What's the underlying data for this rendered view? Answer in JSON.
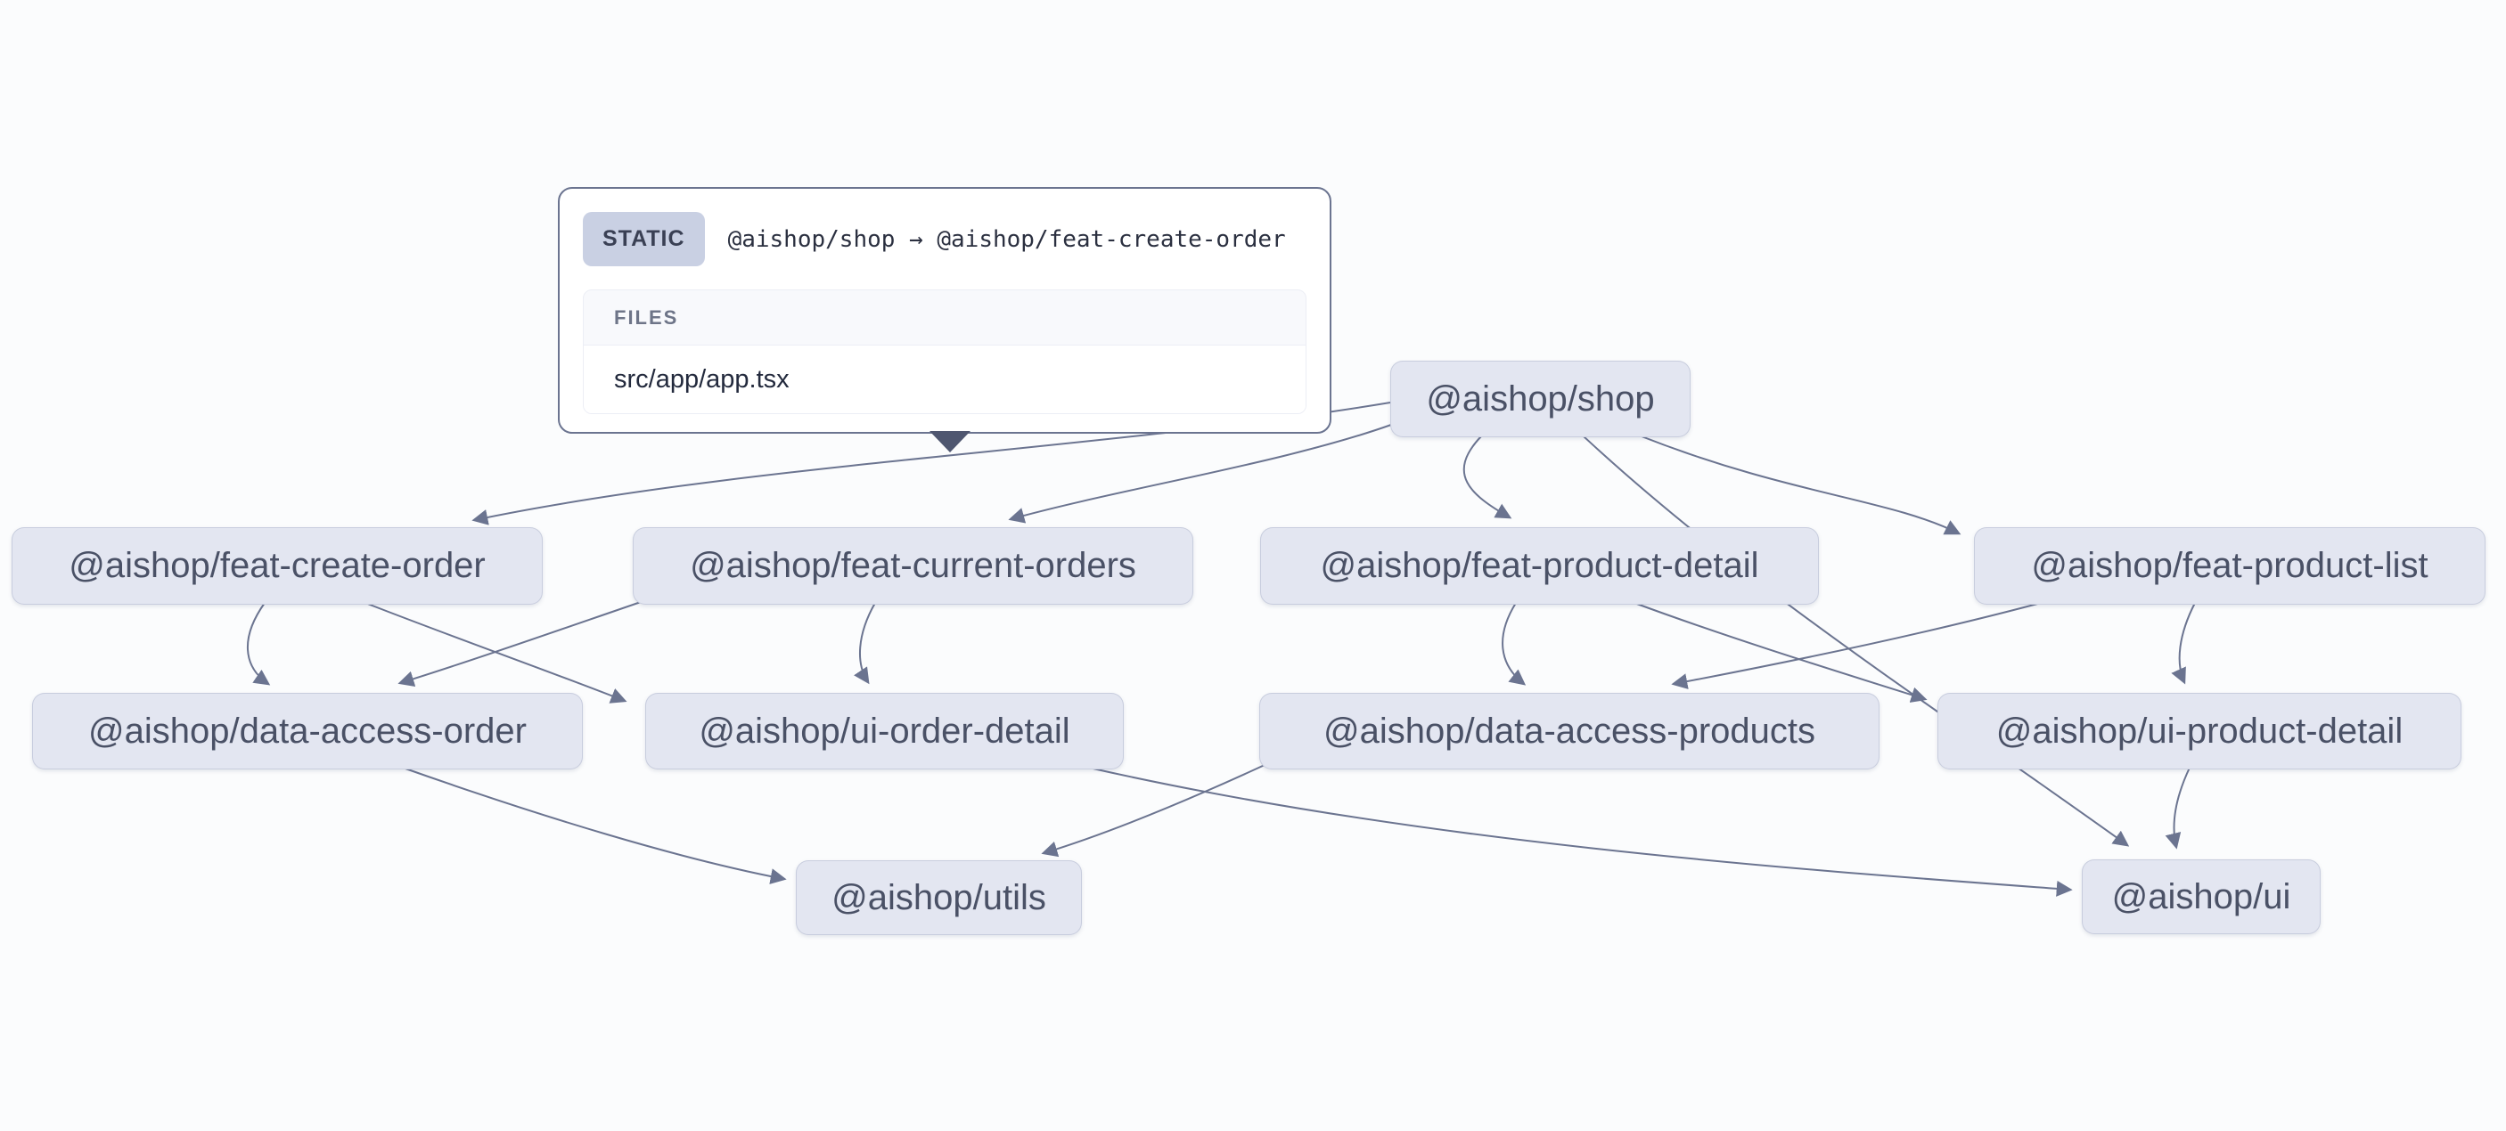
{
  "graph": {
    "nodes": [
      {
        "id": "shop",
        "label": "@aishop/shop"
      },
      {
        "id": "feat-create-order",
        "label": "@aishop/feat-create-order"
      },
      {
        "id": "feat-current-orders",
        "label": "@aishop/feat-current-orders"
      },
      {
        "id": "feat-product-detail",
        "label": "@aishop/feat-product-detail"
      },
      {
        "id": "feat-product-list",
        "label": "@aishop/feat-product-list"
      },
      {
        "id": "data-access-order",
        "label": "@aishop/data-access-order"
      },
      {
        "id": "ui-order-detail",
        "label": "@aishop/ui-order-detail"
      },
      {
        "id": "data-access-products",
        "label": "@aishop/data-access-products"
      },
      {
        "id": "ui-product-detail",
        "label": "@aishop/ui-product-detail"
      },
      {
        "id": "utils",
        "label": "@aishop/utils"
      },
      {
        "id": "ui",
        "label": "@aishop/ui"
      }
    ],
    "edges": [
      {
        "source": "shop",
        "target": "feat-create-order",
        "type": "static"
      },
      {
        "source": "shop",
        "target": "feat-current-orders",
        "type": "static"
      },
      {
        "source": "shop",
        "target": "feat-product-detail",
        "type": "static"
      },
      {
        "source": "shop",
        "target": "feat-product-list",
        "type": "static"
      },
      {
        "source": "shop",
        "target": "ui",
        "type": "static"
      },
      {
        "source": "feat-create-order",
        "target": "data-access-order",
        "type": "static"
      },
      {
        "source": "feat-create-order",
        "target": "ui-order-detail",
        "type": "static"
      },
      {
        "source": "feat-current-orders",
        "target": "data-access-order",
        "type": "static"
      },
      {
        "source": "feat-current-orders",
        "target": "ui-order-detail",
        "type": "static"
      },
      {
        "source": "feat-product-detail",
        "target": "data-access-products",
        "type": "static"
      },
      {
        "source": "feat-product-detail",
        "target": "ui-product-detail",
        "type": "static"
      },
      {
        "source": "feat-product-list",
        "target": "data-access-products",
        "type": "static"
      },
      {
        "source": "feat-product-list",
        "target": "ui-product-detail",
        "type": "static"
      },
      {
        "source": "data-access-order",
        "target": "utils",
        "type": "static"
      },
      {
        "source": "data-access-products",
        "target": "utils",
        "type": "static"
      },
      {
        "source": "ui-order-detail",
        "target": "ui",
        "type": "static"
      },
      {
        "source": "ui-product-detail",
        "target": "ui",
        "type": "static"
      }
    ]
  },
  "tooltip": {
    "type_label": "STATIC",
    "relation": "@aishop/shop → @aishop/feat-create-order",
    "files_header": "FILES",
    "files": [
      "src/app/app.tsx"
    ]
  },
  "colors": {
    "canvas_bg": "#fbfcfd",
    "node_fill": "#e3e6f1",
    "node_text": "#4a5166",
    "edge": "#6b7490",
    "tooltip_border": "#6b7490",
    "badge_bg": "#c9d0e3",
    "caret": "#4f5770"
  }
}
